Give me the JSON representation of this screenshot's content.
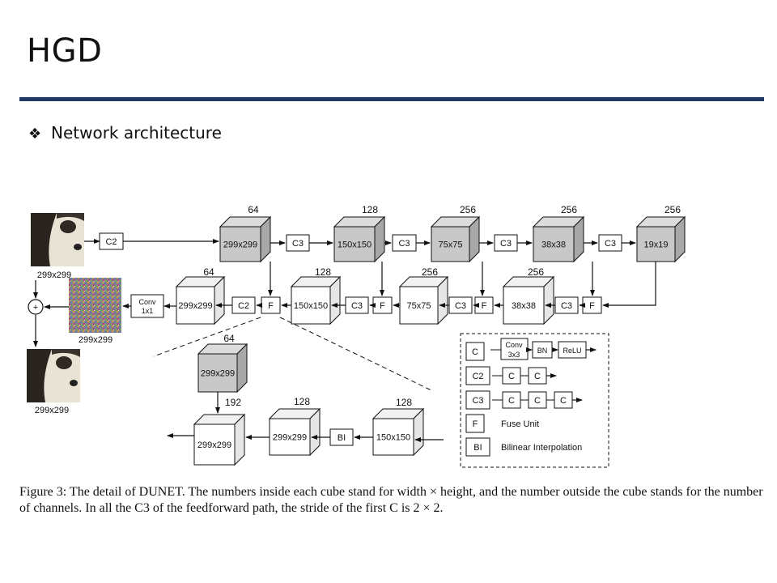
{
  "slide": {
    "title": "HGD",
    "bullet_glyph": "❖",
    "bullet_text": "Network architecture"
  },
  "diagram": {
    "images": {
      "input_label": "299x299",
      "noise_label": "299x299",
      "output_label": "299x299"
    },
    "plus": "+",
    "conv1x1": [
      "Conv",
      "1x1"
    ],
    "forward_cubes": [
      {
        "size": "299x299",
        "channels": "64"
      },
      {
        "size": "150x150",
        "channels": "128"
      },
      {
        "size": "75x75",
        "channels": "256"
      },
      {
        "size": "38x38",
        "channels": "256"
      },
      {
        "size": "19x19",
        "channels": "256"
      }
    ],
    "forward_ops": [
      "C2",
      "C3",
      "C3",
      "C3",
      "C3"
    ],
    "backward_cubes": [
      {
        "size": "299x299",
        "channels": "64"
      },
      {
        "size": "150x150",
        "channels": "128"
      },
      {
        "size": "75x75",
        "channels": "256"
      },
      {
        "size": "38x38",
        "channels": "256"
      }
    ],
    "backward_ops": {
      "c2": "C2",
      "f": "F",
      "c3": "C3"
    },
    "fuse_detail": {
      "top_cube": {
        "size": "299x299",
        "channels": "64"
      },
      "out_cube": {
        "size": "299x299",
        "channels": "192"
      },
      "mid_cube": {
        "size": "299x299",
        "channels": "128"
      },
      "in_cube": {
        "size": "150x150",
        "channels": "128"
      },
      "bi": "BI"
    },
    "legend": {
      "rows": [
        {
          "key": "C",
          "desc": ""
        },
        {
          "key": "C2",
          "desc": ""
        },
        {
          "key": "C3",
          "desc": ""
        },
        {
          "key": "F",
          "desc": "Fuse Unit"
        },
        {
          "key": "BI",
          "desc": "Bilinear Interpolation"
        }
      ],
      "c_parts": [
        "Conv",
        "3x3",
        "BN",
        "ReLU"
      ],
      "c_block": "C"
    }
  },
  "caption": {
    "text": "Figure 3: The detail of DUNET. The numbers inside each cube stand for width × height, and the number outside the cube stands for the number of channels. In all the C3 of the feedforward path, the stride of the first C is 2 × 2."
  }
}
